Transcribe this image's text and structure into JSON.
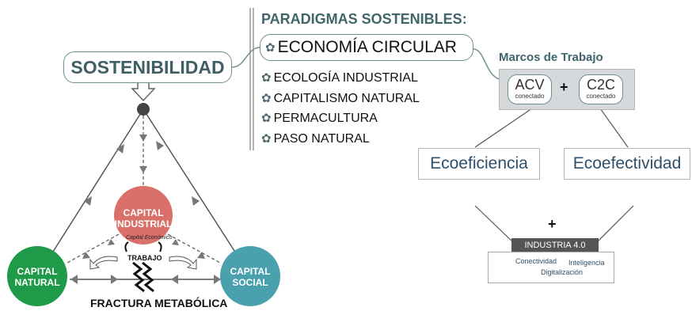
{
  "left": {
    "sostenibilidad": "SOSTENIBILIDAD",
    "capital_industrial": "CAPITAL INDUSTRIAL",
    "capital_economico": "Capital Económico",
    "trabajo": "TRABAJO",
    "capital_natural": "CAPITAL NATURAL",
    "capital_social": "CAPITAL SOCIAL",
    "fractura": "FRACTURA METABÓLICA",
    "colors": {
      "industrial": "#d9706a",
      "natural": "#1f9a48",
      "social": "#4ba0ae"
    }
  },
  "paradigmas": {
    "heading": "PARADIGMAS SOSTENIBLES:",
    "highlighted": "ECONOMÍA CIRCULAR",
    "items": [
      "ECOLOGÍA INDUSTRIAL",
      "CAPITALISMO NATURAL",
      "PERMACULTURA",
      "PASO NATURAL"
    ]
  },
  "marcos": {
    "title": "Marcos de Trabajo",
    "acv": "ACV",
    "acv_sub": "conectado",
    "plus": "+",
    "c2c": "C2C",
    "c2c_sub": "conectado"
  },
  "eco": {
    "eficiencia": "Ecoeficiencia",
    "efectividad": "Ecoefectividad",
    "plus": "+"
  },
  "industria": {
    "title": "INDUSTRIA 4.0",
    "conectividad": "Conectividad",
    "inteligencia": "Inteligencia",
    "digitalizacion": "Digitalización"
  }
}
